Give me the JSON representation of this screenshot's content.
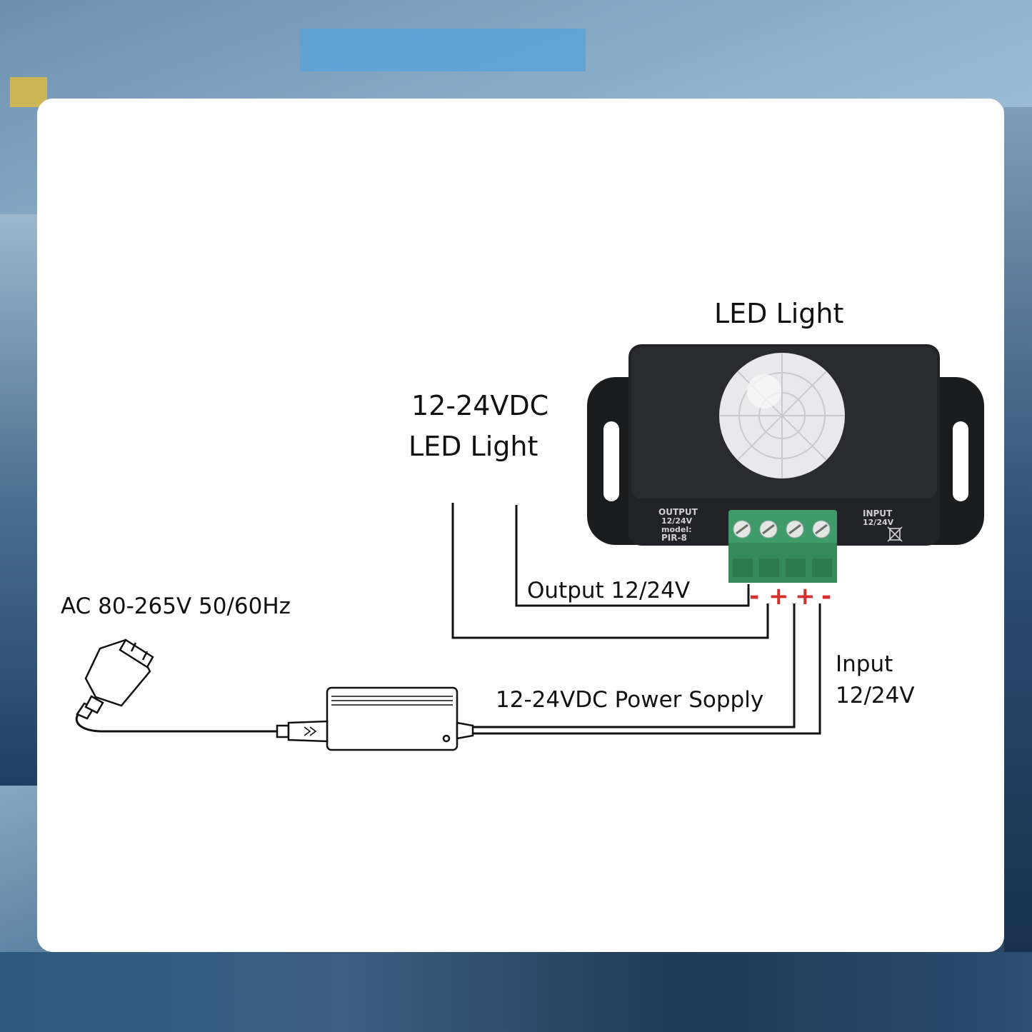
{
  "labels": {
    "led_light_top": "LED Light",
    "led_dc_line1": "12-24VDC",
    "led_dc_line2": "LED Light",
    "ac_input": "AC 80-265V 50/60Hz",
    "output": "Output 12/24V",
    "input_line1": "Input",
    "input_line2": "12/24V",
    "power_supply": "12-24VDC Power Sopply"
  },
  "polarity": [
    "-",
    "+",
    "+",
    "-"
  ],
  "device": {
    "output_label": "OUTPUT",
    "output_voltage": "12/24V",
    "model_label": "model:",
    "model": "PIR-8",
    "input_label": "INPUT",
    "input_voltage": "12/24V"
  },
  "colors": {
    "device_body": "#1e1f21",
    "terminal_green": "#3f9c6a",
    "polarity_red": "#d32f2f",
    "wire": "#111111"
  }
}
